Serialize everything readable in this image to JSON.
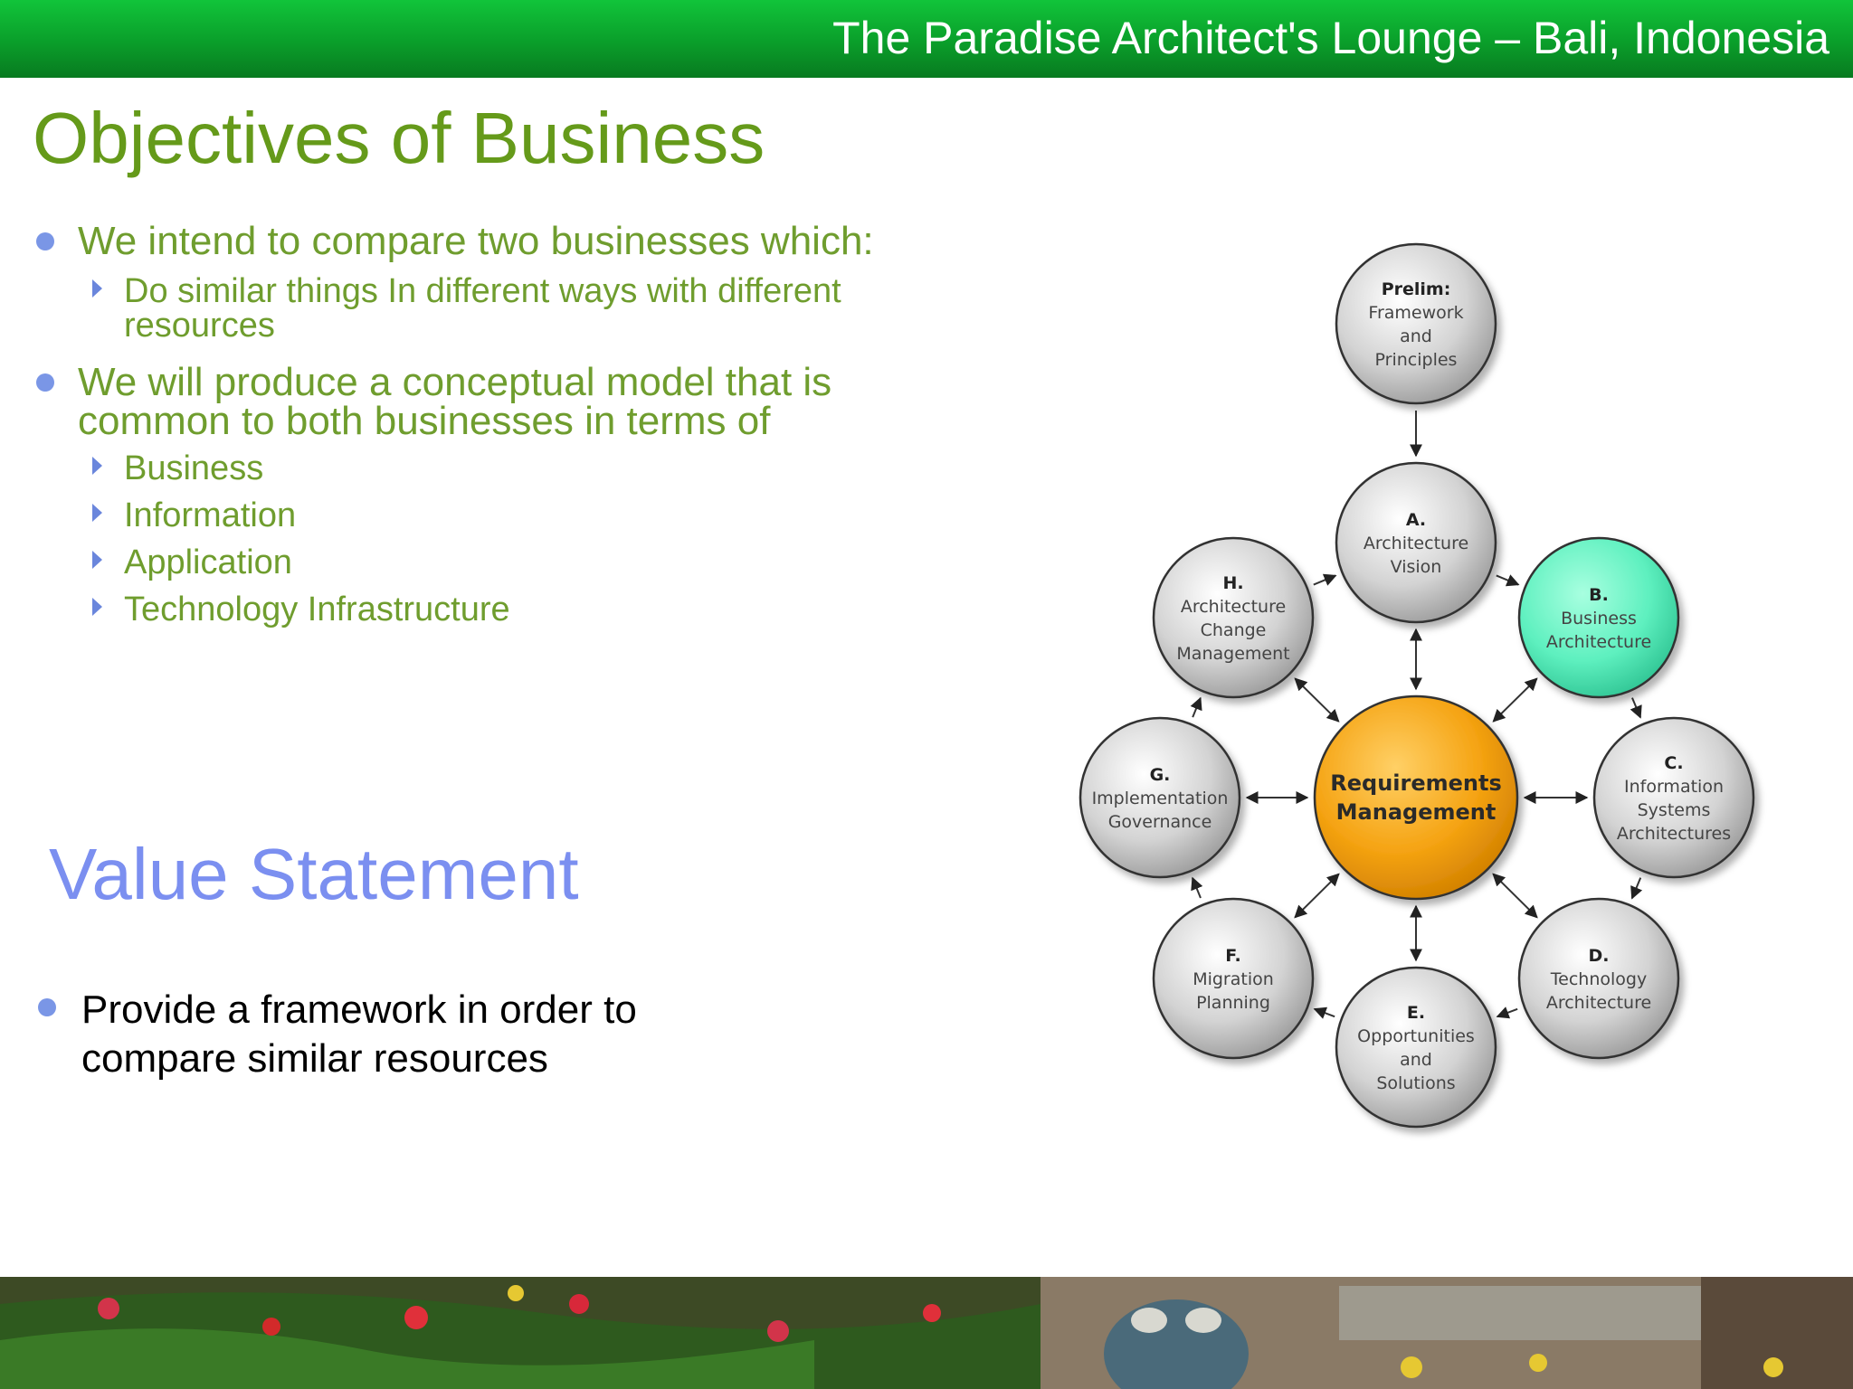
{
  "header": {
    "title": "The Paradise Architect's Lounge – Bali, Indonesia"
  },
  "objectives": {
    "title": "Objectives of Business",
    "bullets": [
      {
        "lines": [
          "We intend to compare two businesses which:"
        ],
        "sub": [
          {
            "lines": [
              "Do similar things In different ways with different",
              "resources"
            ]
          }
        ]
      },
      {
        "lines": [
          "We will produce a conceptual model that is",
          "common to both businesses in terms of"
        ],
        "sub": [
          {
            "lines": [
              "Business"
            ]
          },
          {
            "lines": [
              "Information"
            ]
          },
          {
            "lines": [
              "Application"
            ]
          },
          {
            "lines": [
              "Technology Infrastructure"
            ]
          }
        ]
      }
    ]
  },
  "value": {
    "title": "Value Statement",
    "lines": [
      "Provide a framework in order to",
      "compare similar resources"
    ]
  },
  "diagram": {
    "center": {
      "lines": [
        "Requirements",
        "Management"
      ],
      "color": "#f5a312"
    },
    "nodes": [
      {
        "letter": "Prelim:",
        "lines": [
          "Framework",
          "and",
          "Principles"
        ],
        "color": "#c8c8c8"
      },
      {
        "letter": "A.",
        "lines": [
          "Architecture",
          "Vision"
        ],
        "color": "#c8c8c8"
      },
      {
        "letter": "B.",
        "lines": [
          "Business",
          "Architecture"
        ],
        "color": "#5ef0bf"
      },
      {
        "letter": "C.",
        "lines": [
          "Information",
          "Systems",
          "Architectures"
        ],
        "color": "#c8c8c8"
      },
      {
        "letter": "D.",
        "lines": [
          "Technology",
          "Architecture"
        ],
        "color": "#c8c8c8"
      },
      {
        "letter": "E.",
        "lines": [
          "Opportunities",
          "and",
          "Solutions"
        ],
        "color": "#c8c8c8"
      },
      {
        "letter": "F.",
        "lines": [
          "Migration",
          "Planning"
        ],
        "color": "#c8c8c8"
      },
      {
        "letter": "G.",
        "lines": [
          "Implementation",
          "Governance"
        ],
        "color": "#c8c8c8"
      },
      {
        "letter": "H.",
        "lines": [
          "Architecture",
          "Change",
          "Management"
        ],
        "color": "#c8c8c8"
      }
    ]
  },
  "colors": {
    "header_green": "#0a9e2a",
    "title_green": "#659a1a",
    "bullet_green": "#6f9d2e",
    "value_blue": "#7b8ff0",
    "bullet_dot": "#7a96e6"
  }
}
